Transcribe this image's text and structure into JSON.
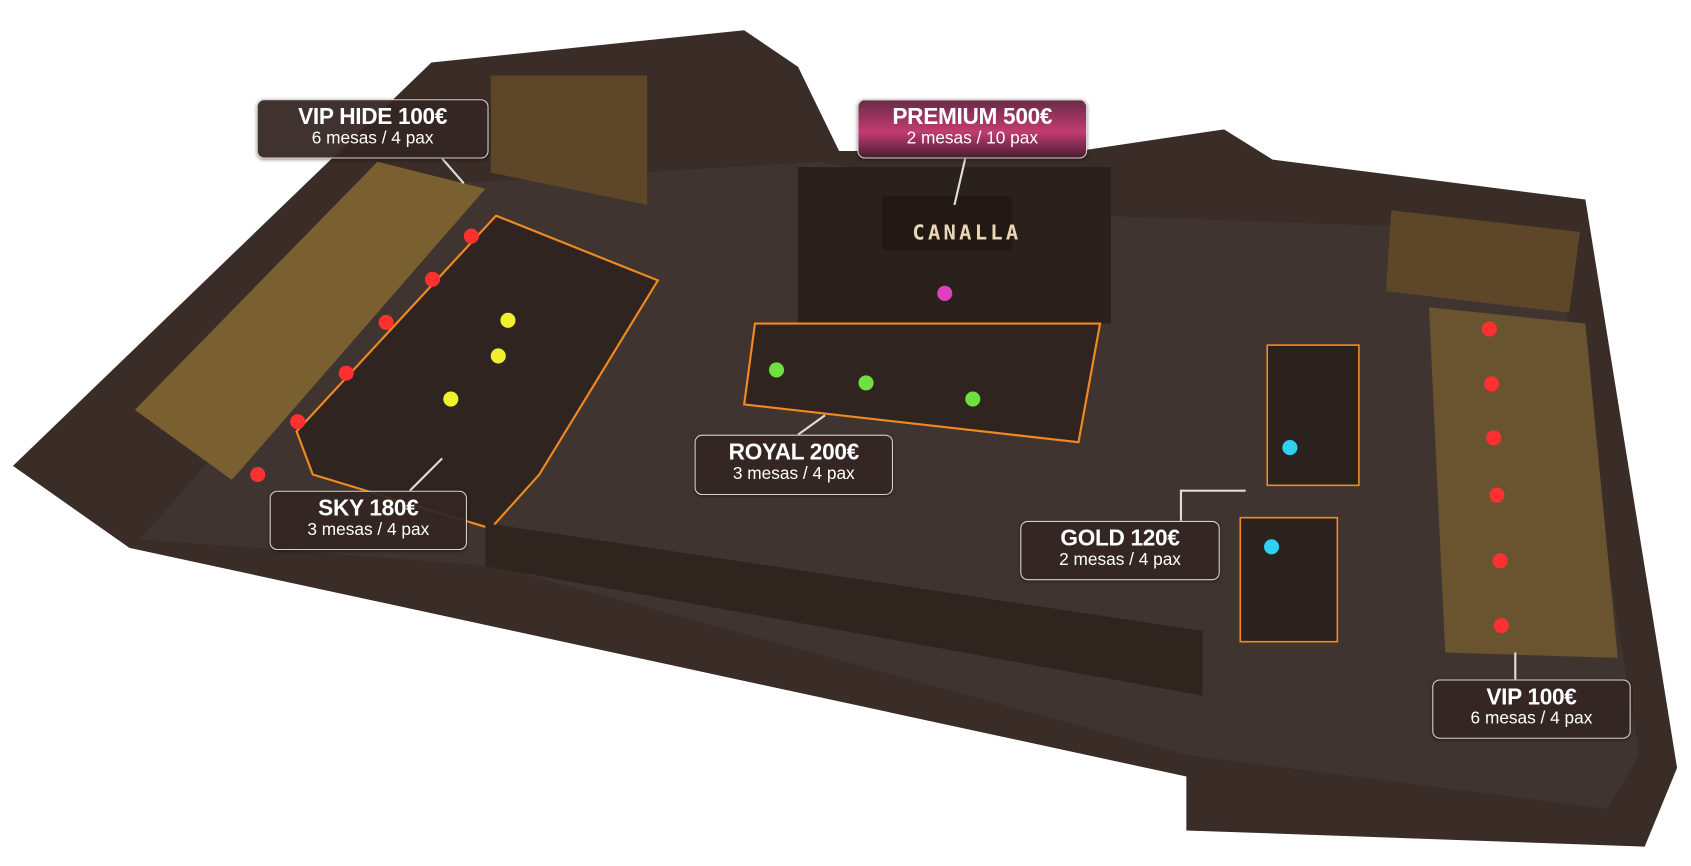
{
  "brand": "CANALLA",
  "zones": [
    {
      "id": "vip-hide",
      "title": "VIP HIDE 100€",
      "detail": "6 mesas / 4 pax",
      "dot_color": "#ff3030"
    },
    {
      "id": "premium",
      "title": "PREMIUM 500€",
      "detail": "2 mesas / 10 pax",
      "dot_color": "#e040c0"
    },
    {
      "id": "royal",
      "title": "ROYAL 200€",
      "detail": "3 mesas / 4 pax",
      "dot_color": "#70e040"
    },
    {
      "id": "sky",
      "title": "SKY 180€",
      "detail": "3 mesas / 4 pax",
      "dot_color": "#f0f030"
    },
    {
      "id": "gold",
      "title": "GOLD 120€",
      "detail": "2 mesas / 4 pax",
      "dot_color": "#30d0f0"
    },
    {
      "id": "vip",
      "title": "VIP 100€",
      "detail": "6 mesas / 4 pax",
      "dot_color": "#ff3030"
    }
  ]
}
